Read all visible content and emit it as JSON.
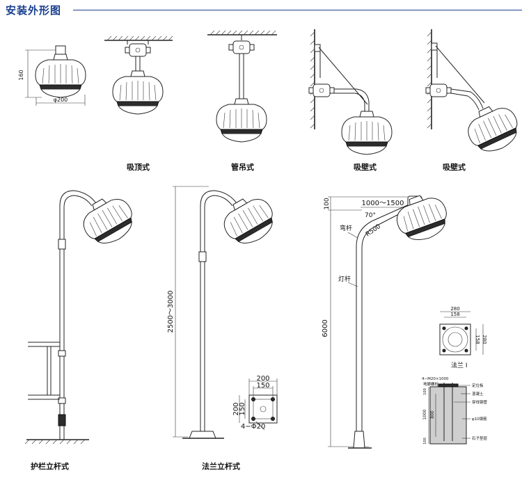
{
  "header": {
    "title": "安装外形图"
  },
  "captions": {
    "ceiling": "吸顶式",
    "pendant": "管吊式",
    "wall1": "吸壁式",
    "wall2": "吸壁式",
    "guardrail_pole": "护栏立杆式",
    "flange_pole": "法兰立杆式"
  },
  "dimensions": {
    "lamp_height": "160",
    "lamp_diameter": "φ200",
    "pole_height_range": "2500～3000",
    "flange_outer_w": "200",
    "flange_inner_w": "150",
    "flange_outer_h": "200",
    "flange_inner_h": "150",
    "flange_holes": "4−Φ20",
    "street_arm_length": "1000～1500",
    "street_top_offset": "100",
    "street_angle": "70°",
    "street_arm_radius": "R500",
    "street_pole_height": "6000",
    "label_arm": "弯杆",
    "label_pole": "灯杆",
    "flange1_w": "280",
    "flange1_w_inner": "158",
    "flange1_h_inner": "158",
    "flange1_h": "280",
    "flange1_caption": "法兰 I",
    "foundation_bolts": "4−M20×1000",
    "foundation_bolt_note": "地脚螺栓",
    "foundation_depth": "1000",
    "foundation_inner": "800",
    "foundation_top": "100",
    "foundation_bottom": "100",
    "note_locate_plate": "定位板",
    "note_concrete": "混凝土",
    "note_pipe": "穿线钢管",
    "note_rebar": "φ10钢筋",
    "note_gravel": "石子垫层"
  }
}
